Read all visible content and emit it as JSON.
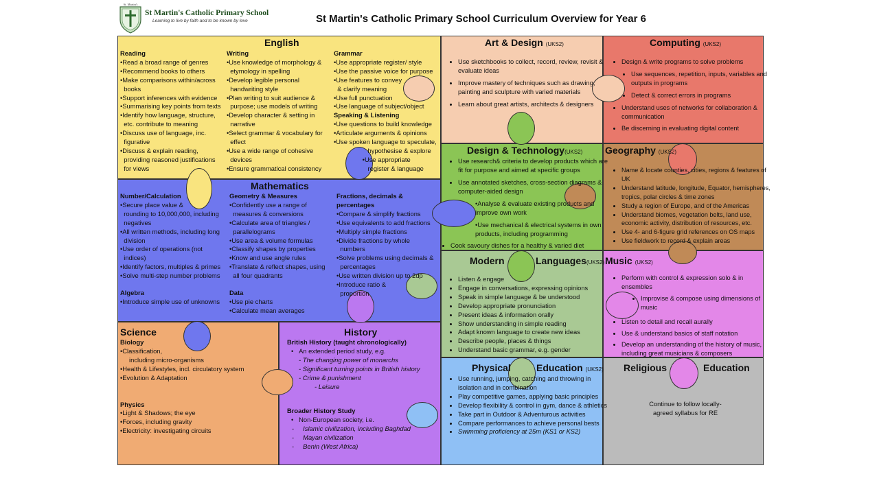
{
  "header": {
    "school_name": "St Martin's Catholic Primary School",
    "motto": "Learning to live by faith and to be known by love",
    "logo_text": "St. Martin's",
    "title": "St Martin's Catholic Primary School Curriculum Overview for Year 6"
  },
  "colors": {
    "english": "#f9e47f",
    "art": "#f6cdb0",
    "computing": "#e8786b",
    "maths": "#6f77ee",
    "dt": "#8bc555",
    "geography": "#c08a57",
    "mfl": "#a9c994",
    "music": "#e387e8",
    "science": "#f0ab73",
    "history": "#bb78f0",
    "pe": "#8fc0f5",
    "re": "#bbbbbb"
  },
  "english": {
    "title": "English",
    "reading": {
      "heading": "Reading",
      "lines": [
        "•Read a broad range of genres",
        "•Recommend books to others",
        "•Make comparisons within/across",
        "  books",
        "•Support inferences with evidence",
        "•Summarising key points from texts",
        "•Identify how language, structure,",
        "  etc. contribute to meaning",
        "•Discuss use of language, inc.",
        "  figurative",
        "•Discuss & explain reading,",
        "  providing reasoned justifications",
        "  for views"
      ]
    },
    "writing": {
      "heading": "Writing",
      "lines": [
        "•Use knowledge of morphology &",
        "  etymology in spelling",
        "•Develop legible personal",
        "  handwriting style",
        "•Plan writing to suit audience &",
        "  purpose; use models of writing",
        "•Develop character & setting in",
        "  narrative",
        "•Select grammar & vocabulary for",
        "  effect",
        "•Use a wide range of cohesive",
        "  devices",
        "•Ensure grammatical consistency"
      ]
    },
    "grammar": {
      "heading": "Grammar",
      "lines": [
        "•Use appropriate register/ style",
        "•Use the passive voice for purpose",
        "•Use features to convey",
        "  & clarify meaning",
        "•Use full punctuation",
        "•Use language of subject/object"
      ]
    },
    "speaking": {
      "heading": "Speaking & Listening",
      "lines": [
        "•Use questions to build knowledge",
        "•Articulate arguments & opinions",
        "•Use spoken language to speculate,",
        "                   hypothesise & explore",
        "                •Use appropriate",
        "                   register & language"
      ]
    }
  },
  "art": {
    "title": "Art & Design",
    "ks": "(UKS2)",
    "items": [
      "Use sketchbooks to collect, record, review, revisit & evaluate ideas",
      "Improve mastery of techniques such as drawing, painting and sculpture with varied materials",
      "Learn about great artists, architects & designers"
    ]
  },
  "computing": {
    "title": "Computing",
    "ks": "(UKS2)",
    "items": [
      "Design & write programs to solve problems",
      "Use sequences, repetition, inputs, variables and outputs in programs",
      "Detect & correct errors in programs",
      "Understand uses of networks for collaboration & communication",
      "Be discerning in evaluating digital content"
    ]
  },
  "maths": {
    "title": "Mathematics",
    "number": {
      "heading": "Number/Calculation",
      "lines": [
        "•Secure place value &",
        "  rounding to 10,000,000, including",
        "  negatives",
        "•All written methods, including long",
        "  division",
        "•Use order of operations (not",
        "  indices)",
        "•Identify factors, multiples & primes",
        "•Solve multi-step number problems"
      ]
    },
    "algebra": {
      "heading": "Algebra",
      "lines": [
        "•Introduce simple use of unknowns"
      ]
    },
    "geometry": {
      "heading": "Geometry & Measures",
      "lines": [
        "•Confidently use a range of",
        "  measures & conversions",
        "•Calculate area of triangles /",
        "  parallelograms",
        "•Use area & volume formulas",
        "•Classify shapes by properties",
        "•Know and use angle rules",
        "•Translate & reflect shapes, using",
        "  all four quadrants"
      ]
    },
    "data": {
      "heading": "Data",
      "lines": [
        "•Use pie charts",
        "•Calculate mean averages"
      ]
    },
    "fractions": {
      "heading": "Fractions, decimals & percentages",
      "lines": [
        "•Compare & simplify fractions",
        "•Use equivalents to add fractions",
        "•Multiply simple fractions",
        "•Divide fractions by whole",
        "  numbers",
        "•Solve problems using decimals &",
        "  percentages",
        "•Use written division up to 2dp",
        "•Introduce ratio &",
        "  proportion"
      ]
    }
  },
  "dt": {
    "title": "Design & Technology",
    "ks": "(UKS2)",
    "items": [
      "Use research& criteria to develop products which are fit for purpose and aimed at specific groups",
      "Use annotated sketches, cross-section diagrams & computer-aided design",
      "•Analyse & evaluate existing products and improve own work",
      "•Use mechanical & electrical systems in own products, including programming",
      "Cook savoury dishes for a healthy & varied diet"
    ]
  },
  "geography": {
    "title": "Geography",
    "ks": "(UKS2)",
    "items": [
      "Name & locate counties, cities, regions & features of UK",
      "Understand latitude, longitude, Equator, hemispheres, tropics, polar circles & time zones",
      "Study a region of Europe, and of the Americas",
      "Understand biomes, vegetation belts, land use, economic activity, distribution of resources, etc.",
      "Use 4- and 6-figure grid references on OS maps",
      "Use fieldwork to record & explain areas"
    ]
  },
  "mfl": {
    "title_left": "Modern",
    "title_right": "Languages",
    "ks": "(UKS2)",
    "items": [
      "Listen & engage",
      "Engage in conversations, expressing opinions",
      "Speak in simple language & be understood",
      "Develop appropriate pronunciation",
      "Present ideas & information orally",
      "Show understanding in simple reading",
      "Adapt known language to create new ideas",
      "Describe people, places & things",
      "Understand basic grammar, e.g. gender"
    ]
  },
  "music": {
    "title": "Music",
    "ks": "(UKS2)",
    "items": [
      "Perform with control & expression solo & in ensembles",
      "Improvise & compose using dimensions of music",
      "Listen to detail and recall aurally",
      "Use & understand basics of staff notation",
      "Develop an understanding of the history of music, including great musicians & composers"
    ]
  },
  "science": {
    "title": "Science",
    "biology": {
      "heading": "Biology",
      "lines": [
        "•Classification,",
        "     including micro-organisms",
        "•Health & Lifestyles, incl. circulatory system",
        "•Evolution & Adaptation"
      ]
    },
    "physics": {
      "heading": "Physics",
      "lines": [
        "•Light & Shadows; the eye",
        "•Forces, including gravity",
        "•Electricity: investigating circuits"
      ]
    }
  },
  "history": {
    "title": "History",
    "british_heading": "British History (taught chronologically)",
    "british_intro": "An extended period study, e.g.",
    "british_items": [
      "- The changing power of monarchs",
      "- Significant turning points in British history",
      "- Crime & punishment",
      "- Leisure"
    ],
    "broader_heading": "Broader History Study",
    "broader_intro": "Non-European society, i.e.",
    "broader_items": [
      "Islamic civilization, including Baghdad",
      "Mayan civilization",
      "Benin (West Africa)"
    ]
  },
  "pe": {
    "title_left": "Physical",
    "title_right": "Education",
    "ks": "(UKS2)",
    "items": [
      "Use running, jumping, catching and throwing in isolation and  in combination",
      "Play competitive games, applying basic principles",
      "Develop flexibility & control in gym, dance & athletics",
      "Take part in Outdoor & Adventurous activities",
      "Compare performances to achieve personal bests",
      "Swimming proficiency at 25m (KS1 or KS2)"
    ]
  },
  "re": {
    "title_left": "Religious",
    "title_right": "Education",
    "text_1": "Continue to follow locally-",
    "text_2": "agreed syllabus for RE"
  }
}
